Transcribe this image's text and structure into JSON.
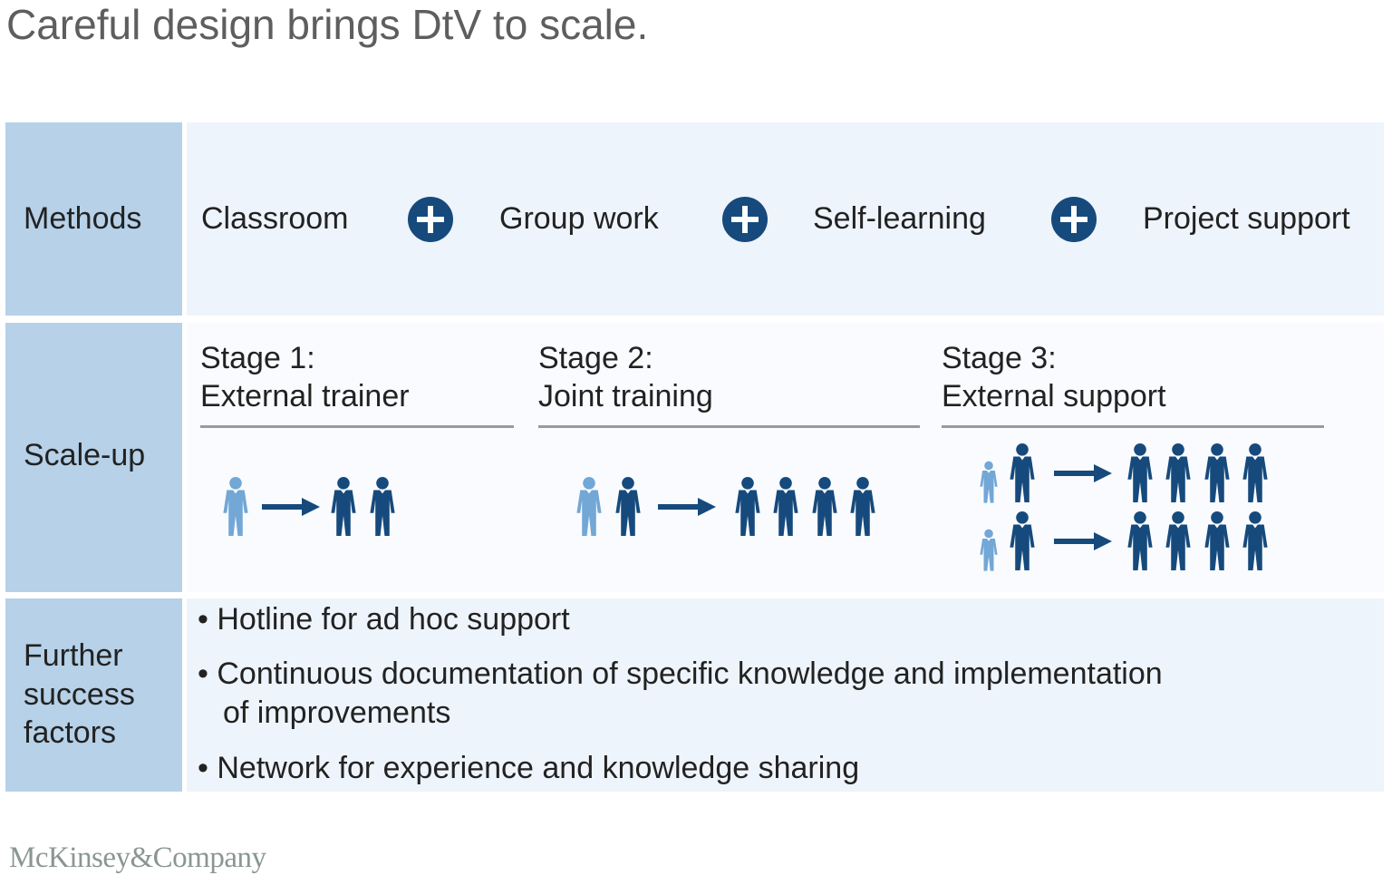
{
  "title": "Careful design brings DtV to scale.",
  "rows": {
    "methods": {
      "label": "Methods",
      "items": [
        "Classroom",
        "Group work",
        "Self-learning",
        "Project support"
      ]
    },
    "scale_up": {
      "label": "Scale-up",
      "stages": [
        {
          "stage": "Stage 1:",
          "name": "External trainer"
        },
        {
          "stage": "Stage 2:",
          "name": "Joint training"
        },
        {
          "stage": "Stage 3:",
          "name": "External support"
        }
      ]
    },
    "further": {
      "label": [
        "Further",
        "success",
        "factors"
      ],
      "bullets": [
        "Hotline for ad hoc support",
        "Continuous documentation of specific knowledge and implementation",
        "of improvements",
        "Network for experience and knowledge sharing"
      ]
    }
  },
  "colors": {
    "dark": "#164a7c",
    "light": "#72a7d6",
    "label_bg": "#b6d1e8",
    "row_bg": "#eef4fb"
  },
  "logo": "McKinsey&Company"
}
